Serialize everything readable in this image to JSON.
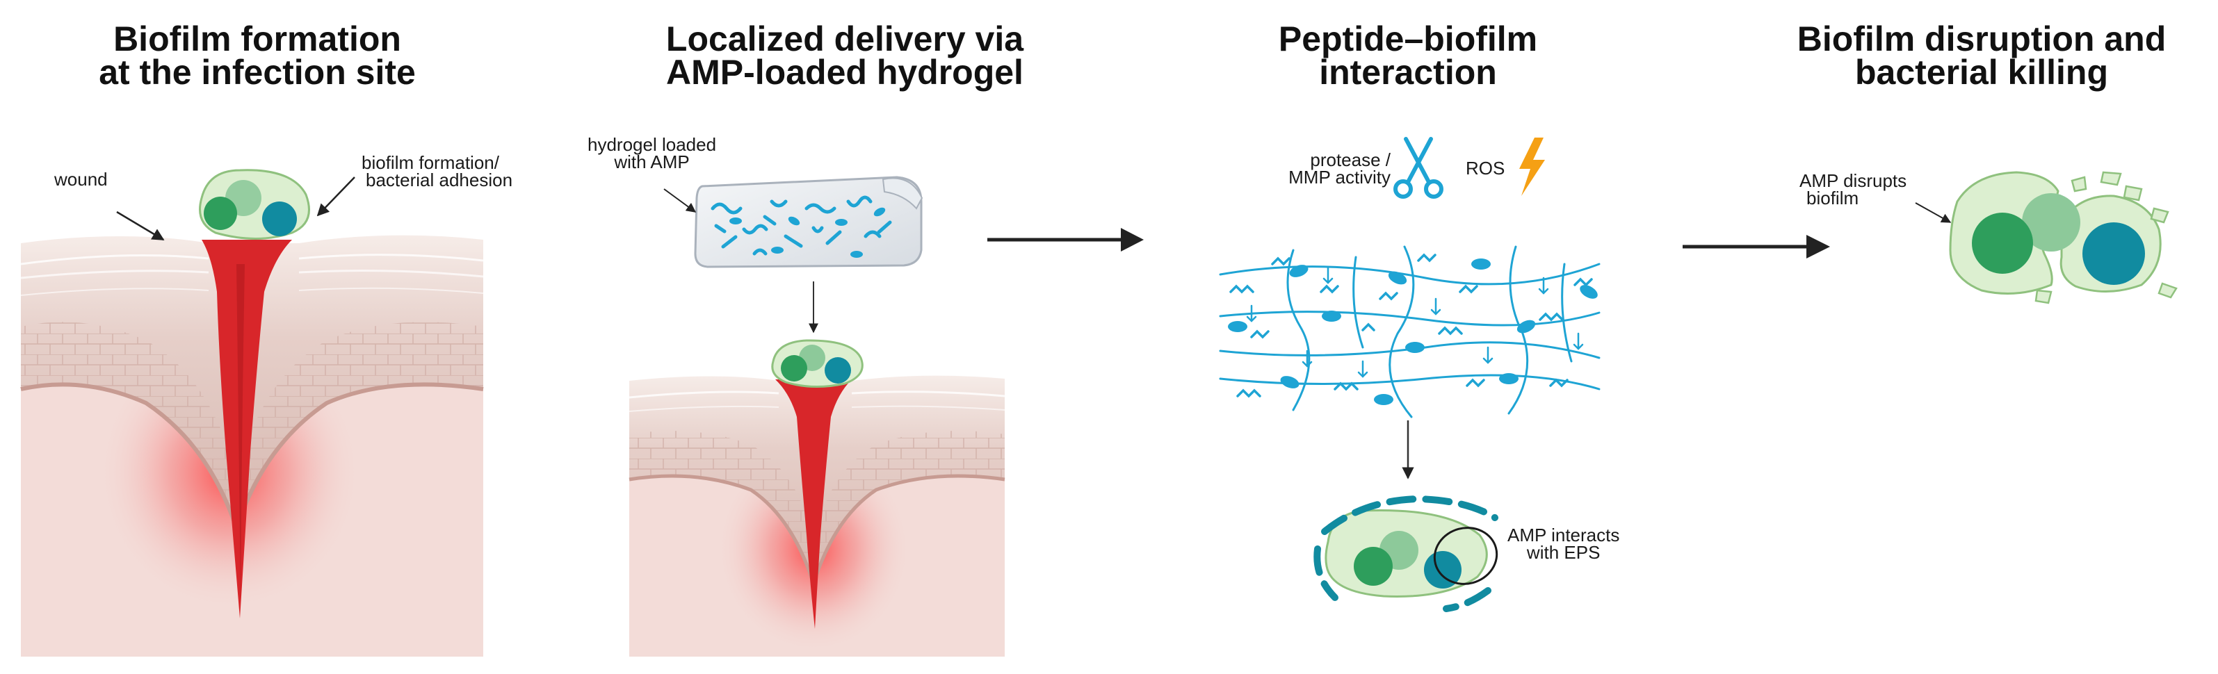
{
  "panels": [
    {
      "title_line1": "Biofilm formation",
      "title_line2": "at the infection site"
    },
    {
      "title_line1": "Localized delivery via",
      "title_line2": "AMP-loaded hydrogel"
    },
    {
      "title_line1": "Peptide–biofilm",
      "title_line2": "interaction"
    },
    {
      "title_line1": "Biofilm disruption and",
      "title_line2": "bacterial killing"
    }
  ],
  "labels": {
    "wound": "wound",
    "biofilm_line1": "biofilm formation/",
    "biofilm_line2": "bacterial adhesion",
    "hydrogel_line1": "hydrogel  loaded",
    "hydrogel_line2": "with AMP",
    "protease_line1": "protease /",
    "protease_line2": "MMP activity",
    "ros": "ROS",
    "eps_line1": "AMP interacts",
    "eps_line2": "with EPS",
    "disrupt_line1": "AMP disrupts",
    "disrupt_line2": "biofilm"
  },
  "colors": {
    "skin_layers": "#ead2cc",
    "dermis": "#f3dcd8",
    "wound_red": "#d8262a",
    "bacteria_green": "#2e9e5c",
    "bacteria_light": "#8dc99a",
    "bacteria_teal": "#118ba0",
    "biofilm_matrix": "#dcefd0",
    "peptide_blue": "#1ea4d4",
    "ros_orange": "#f5a014"
  },
  "icons": [
    "scissors-icon",
    "lightning-icon",
    "arrow-icon"
  ]
}
